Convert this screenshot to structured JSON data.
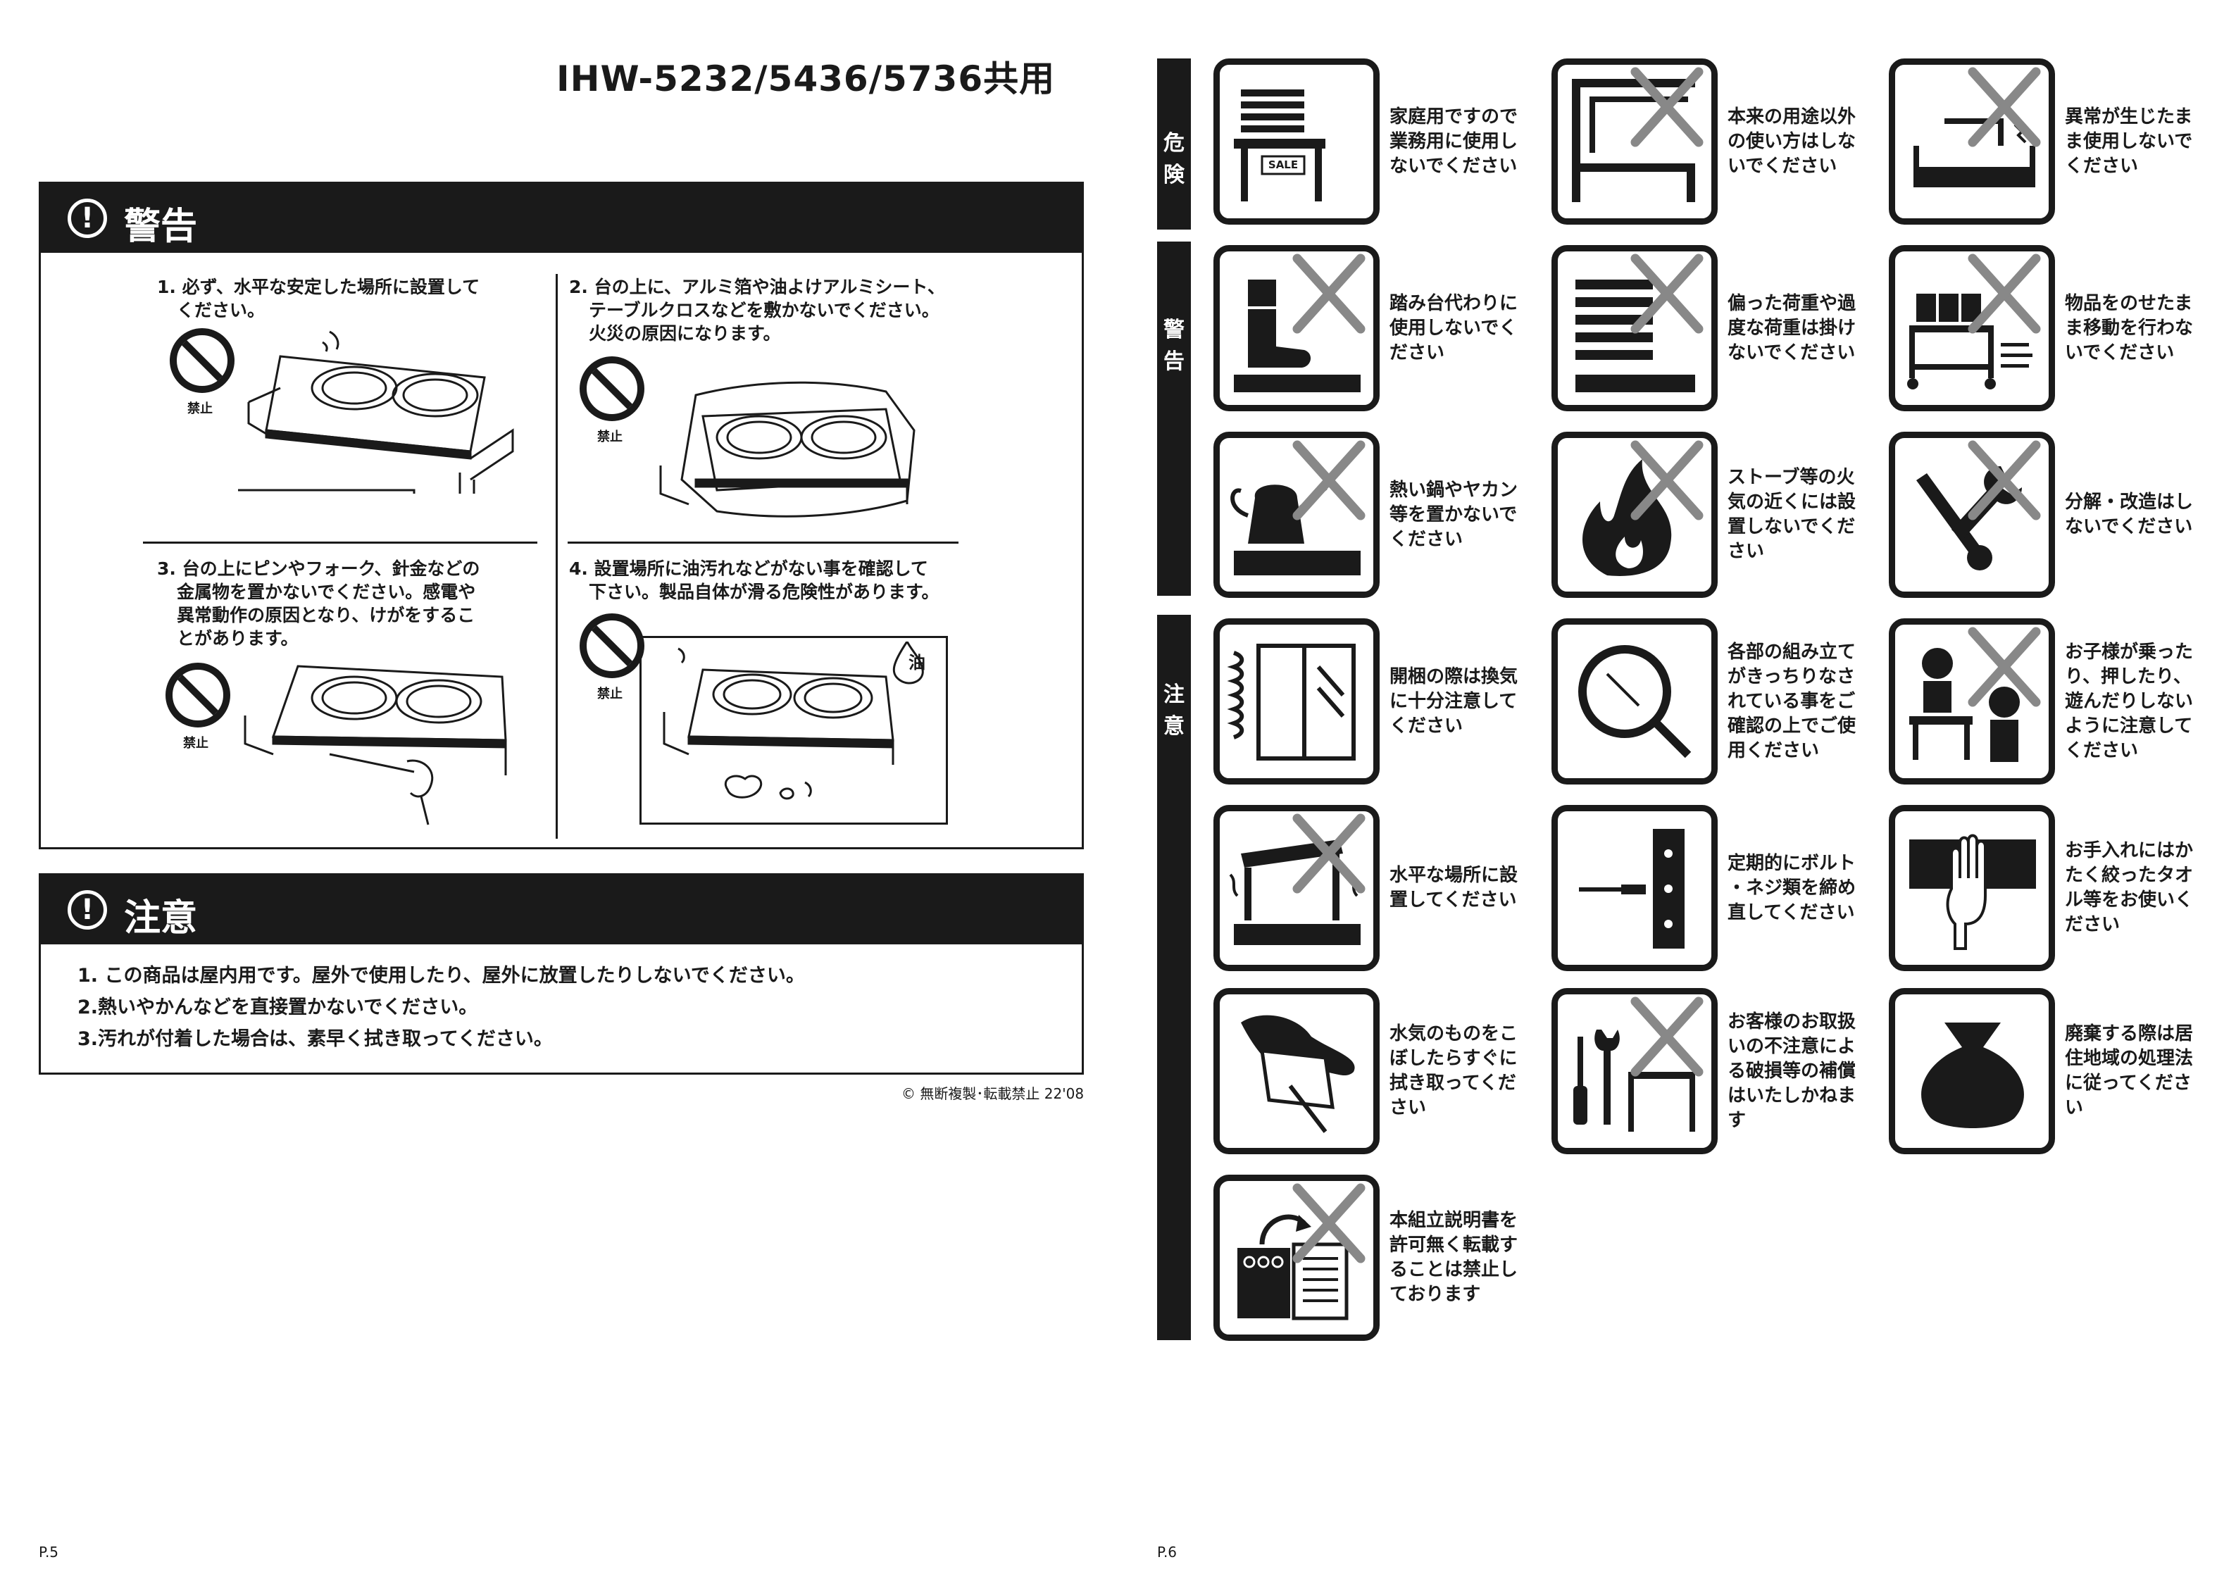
{
  "header": {
    "model": "IHW-5232/5436/5736共用"
  },
  "warning": {
    "title": "警告",
    "ban_label": "禁止",
    "items": [
      {
        "line1": "1. 必ず、水平な安定した場所に設置して",
        "line2": "ください。",
        "line3": "",
        "line4": ""
      },
      {
        "line1": "2. 台の上に、アルミ箔や油よけアルミシート、",
        "line2": "テーブルクロスなどを敷かないでください。",
        "line3": "火災の原因になります。",
        "line4": ""
      },
      {
        "line1": "3. 台の上にピンやフォーク、針金などの",
        "line2": "金属物を置かないでください。感電や",
        "line3": "異常動作の原因となり、けがをするこ",
        "line4": "とがあります。"
      },
      {
        "line1": "4. 設置場所に油汚れなどがない事を確認して",
        "line2": "下さい。製品自体が滑る危険性があります。",
        "line3": "",
        "line4": ""
      }
    ],
    "oil_label": "油"
  },
  "caution": {
    "title": "注意",
    "lines": [
      "1. この商品は屋内用です。屋外で使用したり、屋外に放置したりしないでください。",
      "2.熱いやかんなどを直接置かないでください。",
      "3.汚れが付着した場合は、素早く拭き取ってください。"
    ]
  },
  "copyright": "© 無断複製･転載禁止 22'08",
  "page_left": "P.5",
  "page_right": "P.6",
  "categories": {
    "danger": [
      "危",
      "険"
    ],
    "warning": [
      "警",
      "告"
    ],
    "caution": [
      "注",
      "意"
    ]
  },
  "icons": [
    {
      "id": "business",
      "lines": [
        "家庭用ですので",
        "業務用に使用し",
        "ないでください"
      ],
      "sale": "SALE"
    },
    {
      "id": "misuse",
      "lines": [
        "本来の用途以外",
        "の使い方はしな",
        "いでください"
      ]
    },
    {
      "id": "abnormal",
      "lines": [
        "異常が生じたま",
        "ま使用しないで",
        "ください"
      ]
    },
    {
      "id": "step",
      "lines": [
        "踏み台代わりに",
        "使用しないでく",
        "ださい"
      ]
    },
    {
      "id": "heavy",
      "lines": [
        "偏った荷重や過",
        "度な荷重は掛け",
        "ないでください"
      ]
    },
    {
      "id": "move",
      "lines": [
        "物品をのせたま",
        "ま移動を行わな",
        "いでください"
      ]
    },
    {
      "id": "hot",
      "lines": [
        "熱い鍋やヤカン",
        "等を置かないで",
        "ください"
      ]
    },
    {
      "id": "fire",
      "lines": [
        "ストーブ等の火",
        "気の近くには設",
        "置しないでくだ",
        "さい"
      ]
    },
    {
      "id": "disassemble",
      "lines": [
        "分解・改造はし",
        "ないでください"
      ]
    },
    {
      "id": "ventilate",
      "lines": [
        "開梱の際は換気",
        "に十分注意して",
        "ください"
      ]
    },
    {
      "id": "check",
      "lines": [
        "各部の組み立て",
        "がきっちりなさ",
        "れている事をご",
        "確認の上でご使",
        "用ください"
      ]
    },
    {
      "id": "children",
      "lines": [
        "お子様が乗った",
        "り、押したり、",
        "遊んだりしない",
        "ように注意して",
        "ください"
      ]
    },
    {
      "id": "level",
      "lines": [
        "水平な場所に設",
        "置してください"
      ]
    },
    {
      "id": "bolt",
      "lines": [
        "定期的にボルト",
        "・ネジ類を締め",
        "直してください"
      ]
    },
    {
      "id": "towel",
      "lines": [
        "お手入れにはか",
        "たく絞ったタオ",
        "ル等をお使いく",
        "ださい"
      ]
    },
    {
      "id": "wipe",
      "lines": [
        "水気のものをこ",
        "ぼしたらすぐに",
        "拭き取ってくだ",
        "さい"
      ]
    },
    {
      "id": "liability",
      "lines": [
        "お客様のお取扱",
        "いの不注意によ",
        "る破損等の補償",
        "はいたしかねま",
        "す"
      ]
    },
    {
      "id": "disposal",
      "lines": [
        "廃棄する際は居",
        "住地域の処理法",
        "に従ってくださ",
        "い"
      ]
    },
    {
      "id": "copy",
      "lines": [
        "本組立説明書を",
        "許可無く転載す",
        "ることは禁止し",
        "ております"
      ]
    }
  ]
}
